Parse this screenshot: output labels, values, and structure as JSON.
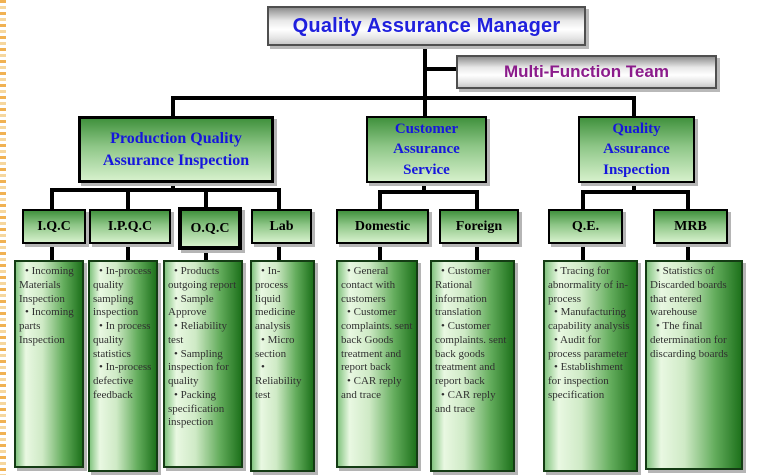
{
  "root": {
    "label": "Quality Assurance Manager"
  },
  "team": {
    "label": "Multi-Function Team"
  },
  "branches": [
    {
      "label": "Production Quality\nAssurance Inspection"
    },
    {
      "label": "Customer\nAssurance\nService"
    },
    {
      "label": "Quality\nAssurance\nInspection"
    }
  ],
  "units": [
    {
      "label": "I.Q.C",
      "bullets": [
        "• Incoming Materials Inspection",
        "• Incoming parts Inspection"
      ]
    },
    {
      "label": "I.P.Q.C",
      "bullets": [
        "• In-process quality sampling inspection",
        "• In process quality statistics",
        "• In-process defective feedback"
      ]
    },
    {
      "label": "O.Q.C",
      "bullets": [
        "• Products outgoing report",
        "• Sample Approve",
        "• Reliability test",
        "• Sampling inspection for quality",
        "• Packing specification inspection"
      ]
    },
    {
      "label": "Lab",
      "bullets": [
        "• In-process liquid medicine analysis",
        "• Micro section",
        "• Reliability test"
      ]
    },
    {
      "label": "Domestic",
      "bullets": [
        "• General contact with customers",
        "• Customer complaints. sent back Goods treatment and report back",
        "• CAR reply and trace"
      ]
    },
    {
      "label": "Foreign",
      "bullets": [
        "• Customer Rational information translation",
        "• Customer complaints. sent back goods treatment and report back",
        "• CAR reply and trace"
      ]
    },
    {
      "label": "Q.E.",
      "bullets": [
        "• Tracing for abnormality of in-process",
        "• Manufacturing capability analysis",
        "• Audit for process parameter",
        "• Establishment for inspection specification"
      ]
    },
    {
      "label": "MRB",
      "bullets": [
        "• Statistics of Discarded boards that entered warehouse",
        "• The final determination for discarding boards"
      ]
    }
  ],
  "colors": {
    "root_text": "#2020dd",
    "team_text": "#8b1b8b",
    "branch_text": "#1616dd",
    "box_green_dark": "#41923e",
    "box_green_light": "#d5f0cb",
    "connector": "#000000",
    "edge_dash": "#f0b152"
  }
}
